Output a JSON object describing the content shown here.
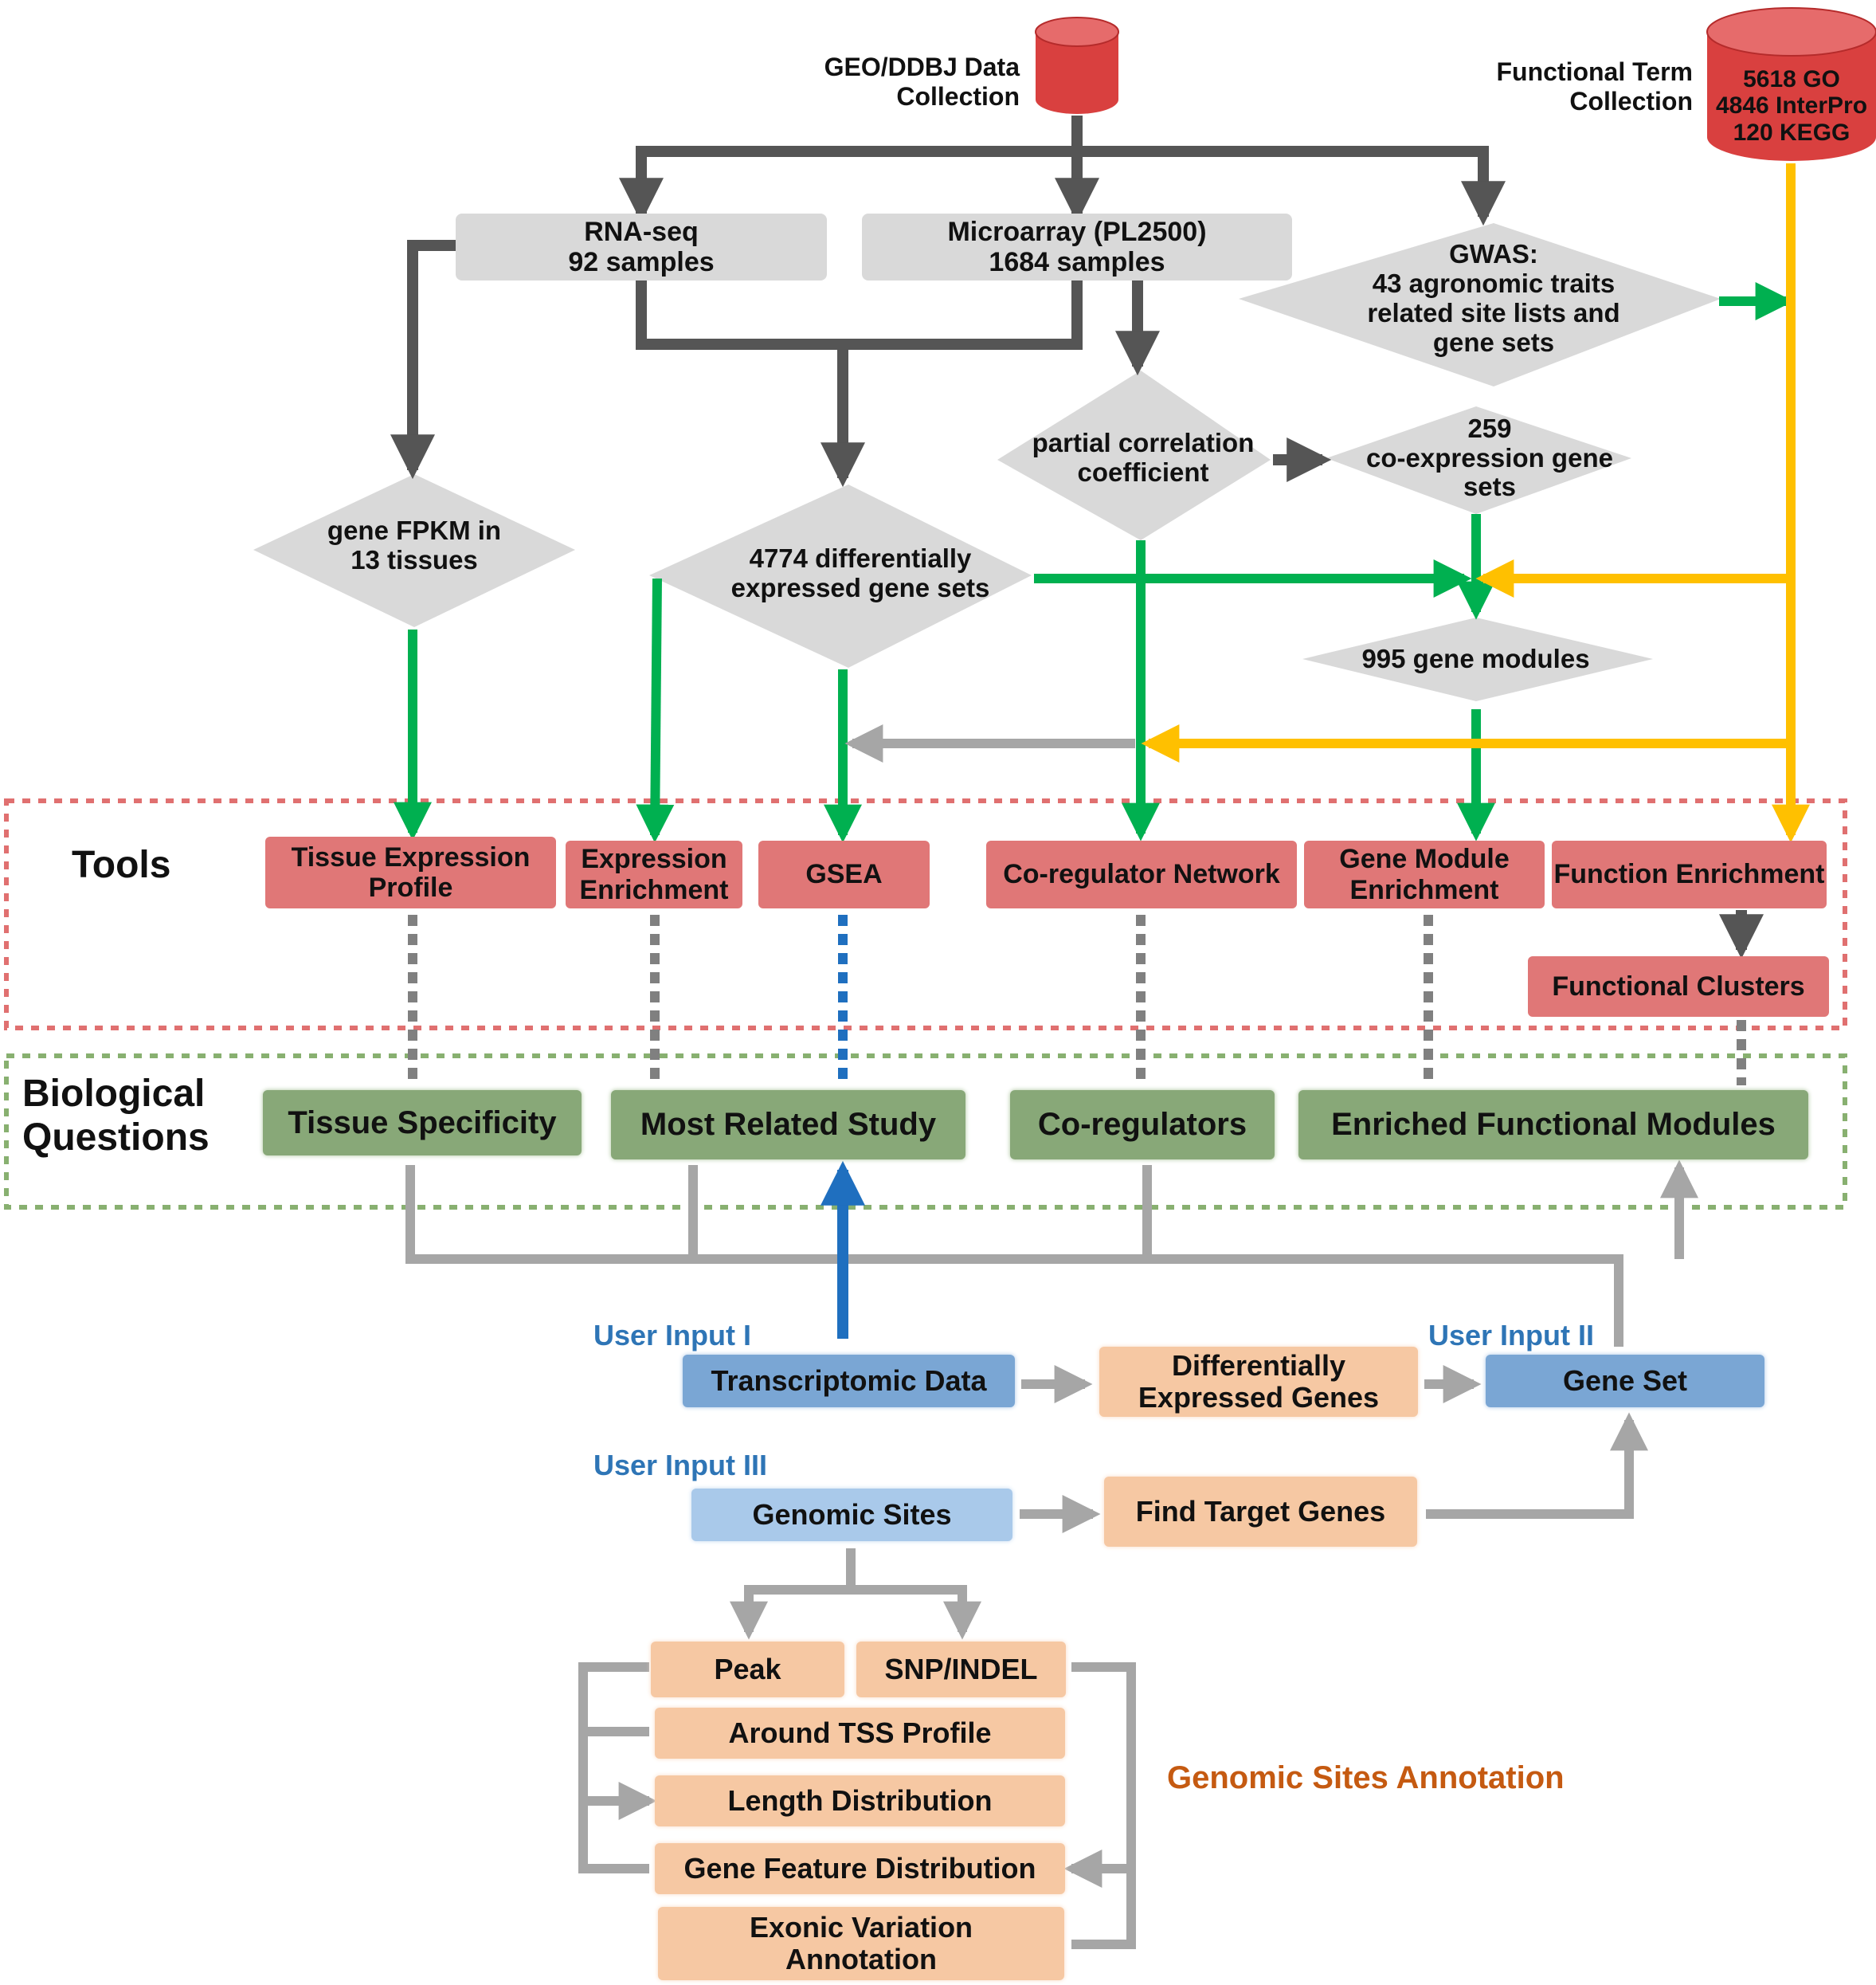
{
  "sources": {
    "geo_label": "GEO/DDBJ Data\nCollection",
    "functional_label": "Functional Term\nCollection",
    "functional_db_text": "5618 GO\n4846 InterPro\n120 KEGG"
  },
  "data_nodes": {
    "rnaseq": "RNA-seq\n92 samples",
    "microarray": "Microarray (PL2500)\n1684 samples",
    "gwas": "GWAS:\n43 agronomic traits\nrelated site lists and\ngene sets",
    "fpkm": "gene FPKM in\n13 tissues",
    "deg_sets": "4774  differentially\nexpressed gene sets",
    "partial_corr": "partial correlation\ncoefficient",
    "coexp_sets": "259\nco-expression gene\nsets",
    "gene_modules": "995 gene modules"
  },
  "tools": {
    "section_label": "Tools",
    "tissue_expression_profile": "Tissue Expression\nProfile",
    "expression_enrichment": "Expression\nEnrichment",
    "gsea": "GSEA",
    "coregulator_network": "Co-regulator Network",
    "gene_module_enrichment": "Gene Module\nEnrichment",
    "function_enrichment": "Function Enrichment",
    "functional_clusters": "Functional Clusters"
  },
  "questions": {
    "section_label": "Biological\nQuestions",
    "tissue_specificity": "Tissue Specificity",
    "most_related_study": "Most Related Study",
    "coregulators": "Co-regulators",
    "enriched_functional_modules": "Enriched Functional Modules"
  },
  "inputs": {
    "user_input_1": "User Input I",
    "user_input_2": "User Input II",
    "user_input_3": "User Input III",
    "transcriptomic_data": "Transcriptomic Data",
    "differentially_expressed_genes": "Differentially\nExpressed Genes",
    "gene_set": "Gene Set",
    "genomic_sites": "Genomic Sites",
    "find_target_genes": "Find Target Genes"
  },
  "annotation": {
    "title": "Genomic Sites Annotation",
    "peak": "Peak",
    "snp_indel": "SNP/INDEL",
    "around_tss": "Around TSS Profile",
    "length_distribution": "Length Distribution",
    "gene_feature_distribution": "Gene Feature Distribution",
    "exonic_variation": "Exonic Variation\nAnnotation"
  },
  "colors": {
    "dark_arrow": "#555555",
    "light_arrow": "#a6a6a6",
    "green_arrow": "#00b050",
    "yellow_arrow": "#ffc000",
    "blue_arrow": "#1f6fbf",
    "blue_text": "#2e75b6",
    "orange_text": "#c55a11",
    "cylinder_red": "#d9403f",
    "tools_border": "#e07070",
    "questions_border": "#88b070"
  }
}
